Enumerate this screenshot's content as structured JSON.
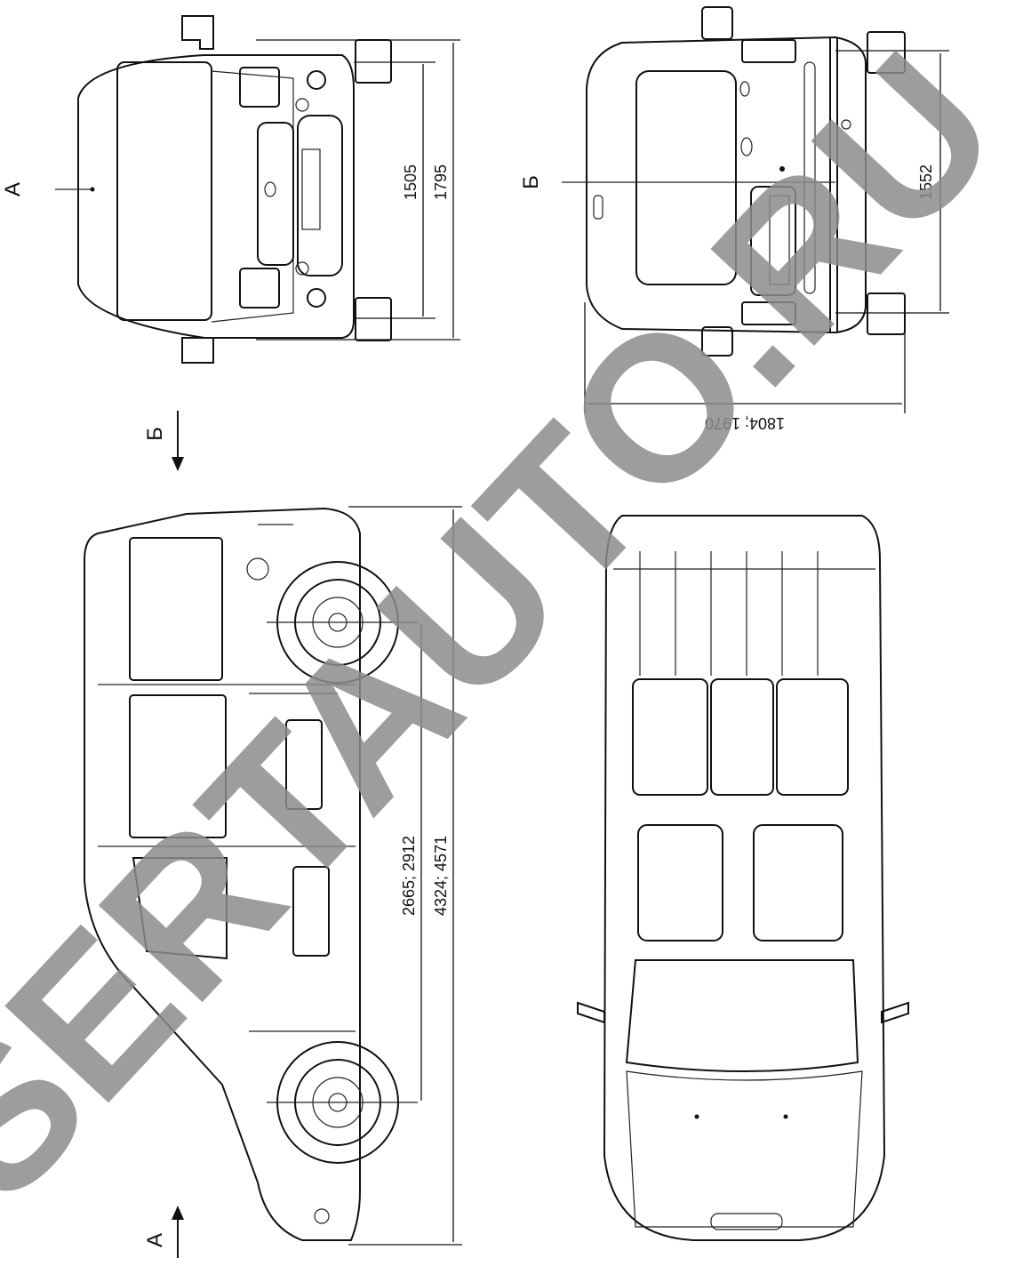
{
  "views": {
    "front_label": "А",
    "rear_label": "Б",
    "arrow_b_label": "Б",
    "arrow_a_label": "А"
  },
  "dimensions": {
    "front_track": "1505",
    "front_width": "1795",
    "rear_track": "1552",
    "rear_width": "1804; 1970",
    "wheelbase": "2665; 2912",
    "length": "4324; 4571"
  },
  "watermark": "SERTAUTO.RU"
}
